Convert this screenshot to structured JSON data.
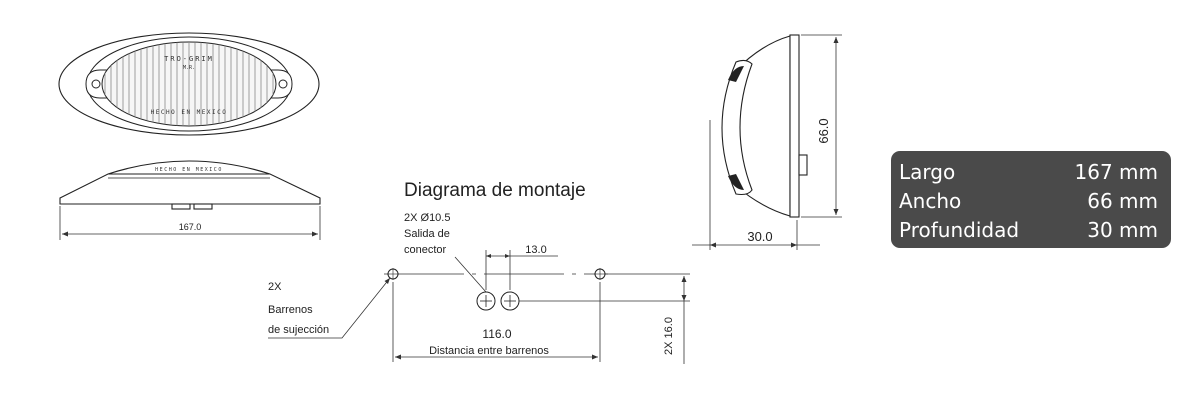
{
  "top_view": {
    "brand_text": "TRO-GRIM",
    "brand_mark": "M.R.",
    "origin_text": "HECHO EN MEXICO"
  },
  "side_view": {
    "origin_text": "HECHO EN MEXICO",
    "length_dim": "167.0"
  },
  "mounting": {
    "title": "Diagrama de montaje",
    "connector_label": [
      "2X Ø10.5",
      "Salida de",
      "conector"
    ],
    "connector_spacing": "13.0",
    "holes_label": [
      "2X",
      "Barrenos",
      "de sujección"
    ],
    "hole_distance": "116.0",
    "hole_distance_label": "Distancia entre barrenos",
    "height_dim": "2X 16.0"
  },
  "profile_view": {
    "height_dim": "66.0",
    "depth_dim": "30.0"
  },
  "specs": [
    {
      "label": "Largo",
      "value": "167 mm"
    },
    {
      "label": "Ancho",
      "value": "66 mm"
    },
    {
      "label": "Profundidad",
      "value": "30 mm"
    }
  ],
  "colors": {
    "panel_bg": "#4a4a4a",
    "panel_text": "#ffffff",
    "line": "#222222"
  }
}
